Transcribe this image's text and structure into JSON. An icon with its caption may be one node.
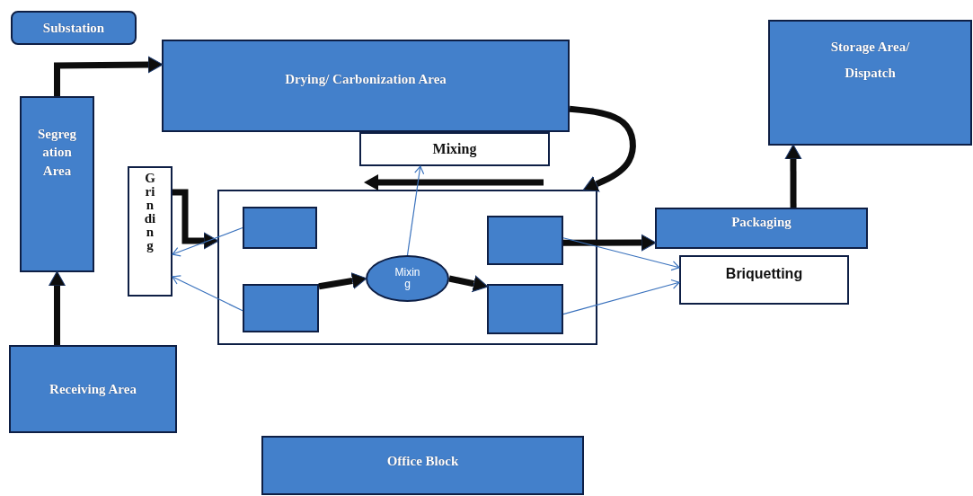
{
  "diagram": {
    "nodes": [
      {
        "text": [
          "Substation"
        ]
      },
      {
        "text": [
          "Drying/ Carbonization Area"
        ]
      },
      {
        "text": [
          "Storage Area/ Dispatch"
        ]
      },
      {
        "text": [
          "Segregation Area"
        ]
      },
      {
        "text": [
          "Mixing"
        ]
      },
      {
        "text": [
          "Grinding"
        ]
      },
      {
        "text": [],
        "shape": "box"
      },
      {
        "text": [],
        "shape": "box",
        "in": 6
      },
      {
        "text": [],
        "shape": "box",
        "in": 6
      },
      {
        "text": [
          "Mixing"
        ],
        "in": 6
      },
      {
        "text": [],
        "shape": "box",
        "in": 6
      },
      {
        "text": [],
        "shape": "box",
        "in": 6
      },
      {
        "text": [
          "Packaging"
        ]
      },
      {
        "text": [
          "Briquetting"
        ]
      },
      {
        "text": [
          "Receiving Area"
        ]
      },
      {
        "text": [
          "Office Block"
        ]
      }
    ],
    "edges": [
      {
        "from": 3,
        "to": 1,
        "arrow": "to"
      },
      {
        "from": 14,
        "to": 3,
        "arrow": "to"
      },
      {
        "from": 1,
        "to": 6,
        "arrow": "to"
      },
      {
        "from": 5,
        "to": 6,
        "arrow": "to"
      },
      {
        "from": 7,
        "to": 5,
        "arrow": "to",
        "color": "#3a72bd"
      },
      {
        "from": 8,
        "to": 5,
        "arrow": "to",
        "color": "#3a72bd"
      },
      {
        "from": 9,
        "to": 4,
        "arrow": "to",
        "color": "#3a72bd"
      },
      {
        "from": 8,
        "to": 9,
        "arrow": "to"
      },
      {
        "from": 9,
        "to": 11,
        "arrow": "to"
      },
      {
        "from": 10,
        "to": 12,
        "arrow": "to"
      },
      {
        "from": 10,
        "to": 13,
        "arrow": "to",
        "color": "#3a72bd"
      },
      {
        "from": 11,
        "to": 13,
        "arrow": "to",
        "color": "#3a72bd"
      },
      {
        "from": 12,
        "to": 2,
        "arrow": "to"
      }
    ]
  }
}
